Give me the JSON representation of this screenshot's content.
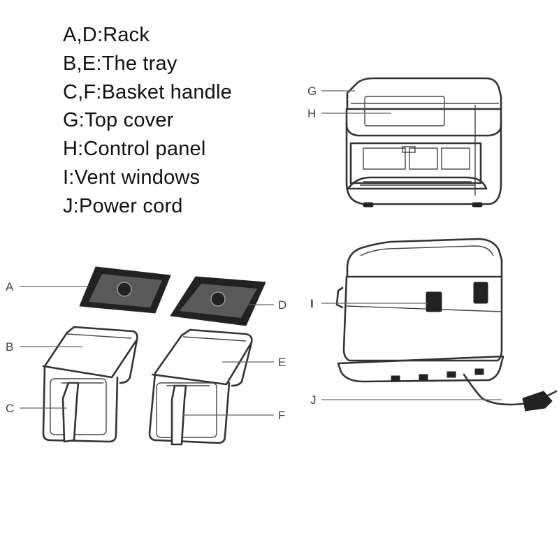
{
  "legend": [
    "A,D:Rack",
    "B,E:The tray",
    "C,F:Basket handle",
    "G:Top cover",
    "H:Control panel",
    "I:Vent windows",
    "J:Power cord"
  ],
  "callouts": {
    "a": "A",
    "b": "B",
    "c": "C",
    "d": "D",
    "e": "E",
    "f": "F",
    "g": "G",
    "h": "H",
    "i": "I",
    "j": "J"
  }
}
